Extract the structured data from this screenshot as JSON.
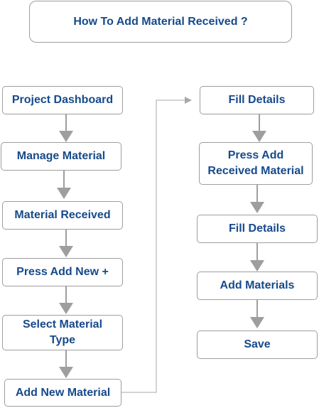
{
  "title": "How To Add Material Received ?",
  "left_column": {
    "steps": [
      "Project Dashboard",
      "Manage Material",
      "Material Received",
      "Press Add New +",
      "Select Material Type",
      "Add New Material"
    ]
  },
  "right_column": {
    "steps": [
      "Fill Details",
      "Press Add Received Material",
      "Fill Details",
      "Add Materials",
      "Save"
    ]
  },
  "colors": {
    "text": "#174a8b",
    "box_border": "#9e9e9e",
    "arrow": "#9e9e9e",
    "connector_line": "#a8a8a8"
  }
}
